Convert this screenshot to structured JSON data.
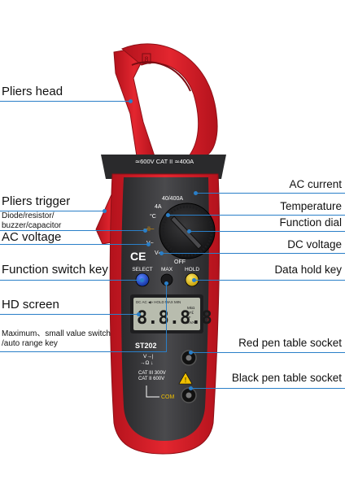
{
  "labels": {
    "pliers_head": "Pliers head",
    "pliers_trigger": "Pliers trigger",
    "diode_resistor": "Diode/resistor/\nbuzzer/capacitor",
    "ac_voltage": "AC voltage",
    "function_switch_key": "Function switch key",
    "hd_screen": "HD screen",
    "max_min_switch": "Maximum、small value switch\n/auto range key",
    "ac_current": "AC current",
    "temperature": "Temperature",
    "function_dial": "Function dial",
    "dc_voltage": "DC voltage",
    "data_hold_key": "Data hold key",
    "red_pen_socket": "Red pen table socket",
    "black_pen_socket": "Black pen table socket"
  },
  "device": {
    "rating": "≃600V CAT II ≃400A",
    "dial_range": "40/400A",
    "dial_4a": "4A",
    "dial_temp": "°C",
    "dial_v_ac": "V~",
    "dial_v_dc": "V⎓",
    "dial_off": "OFF",
    "select_key": "SELECT",
    "max_key": "MAX",
    "hold_key": "HOLD",
    "ce_mark": "CE",
    "lcd_digits": "8.8.8.8",
    "lcd_top_row": "DC AC ◀» HOLD MAX MIN",
    "lcd_units": "MkΩ\nnFℇ\n°F\nmVA",
    "model": "ST202",
    "socket_symbols": "V→|\n→Ω ↓",
    "cat_rating": "CAT III 300V\nCAT II 600V",
    "com_label": "COM",
    "clamp_marker": "8"
  },
  "colors": {
    "body_red": "#d8202c",
    "panel_dark": "#3a3a3c",
    "leader_blue": "#2a7fc8",
    "select_blue": "#1540b8",
    "hold_yellow": "#e8c20a",
    "lcd_bg": "#b8bcae",
    "com_yellow": "#f0c000"
  }
}
